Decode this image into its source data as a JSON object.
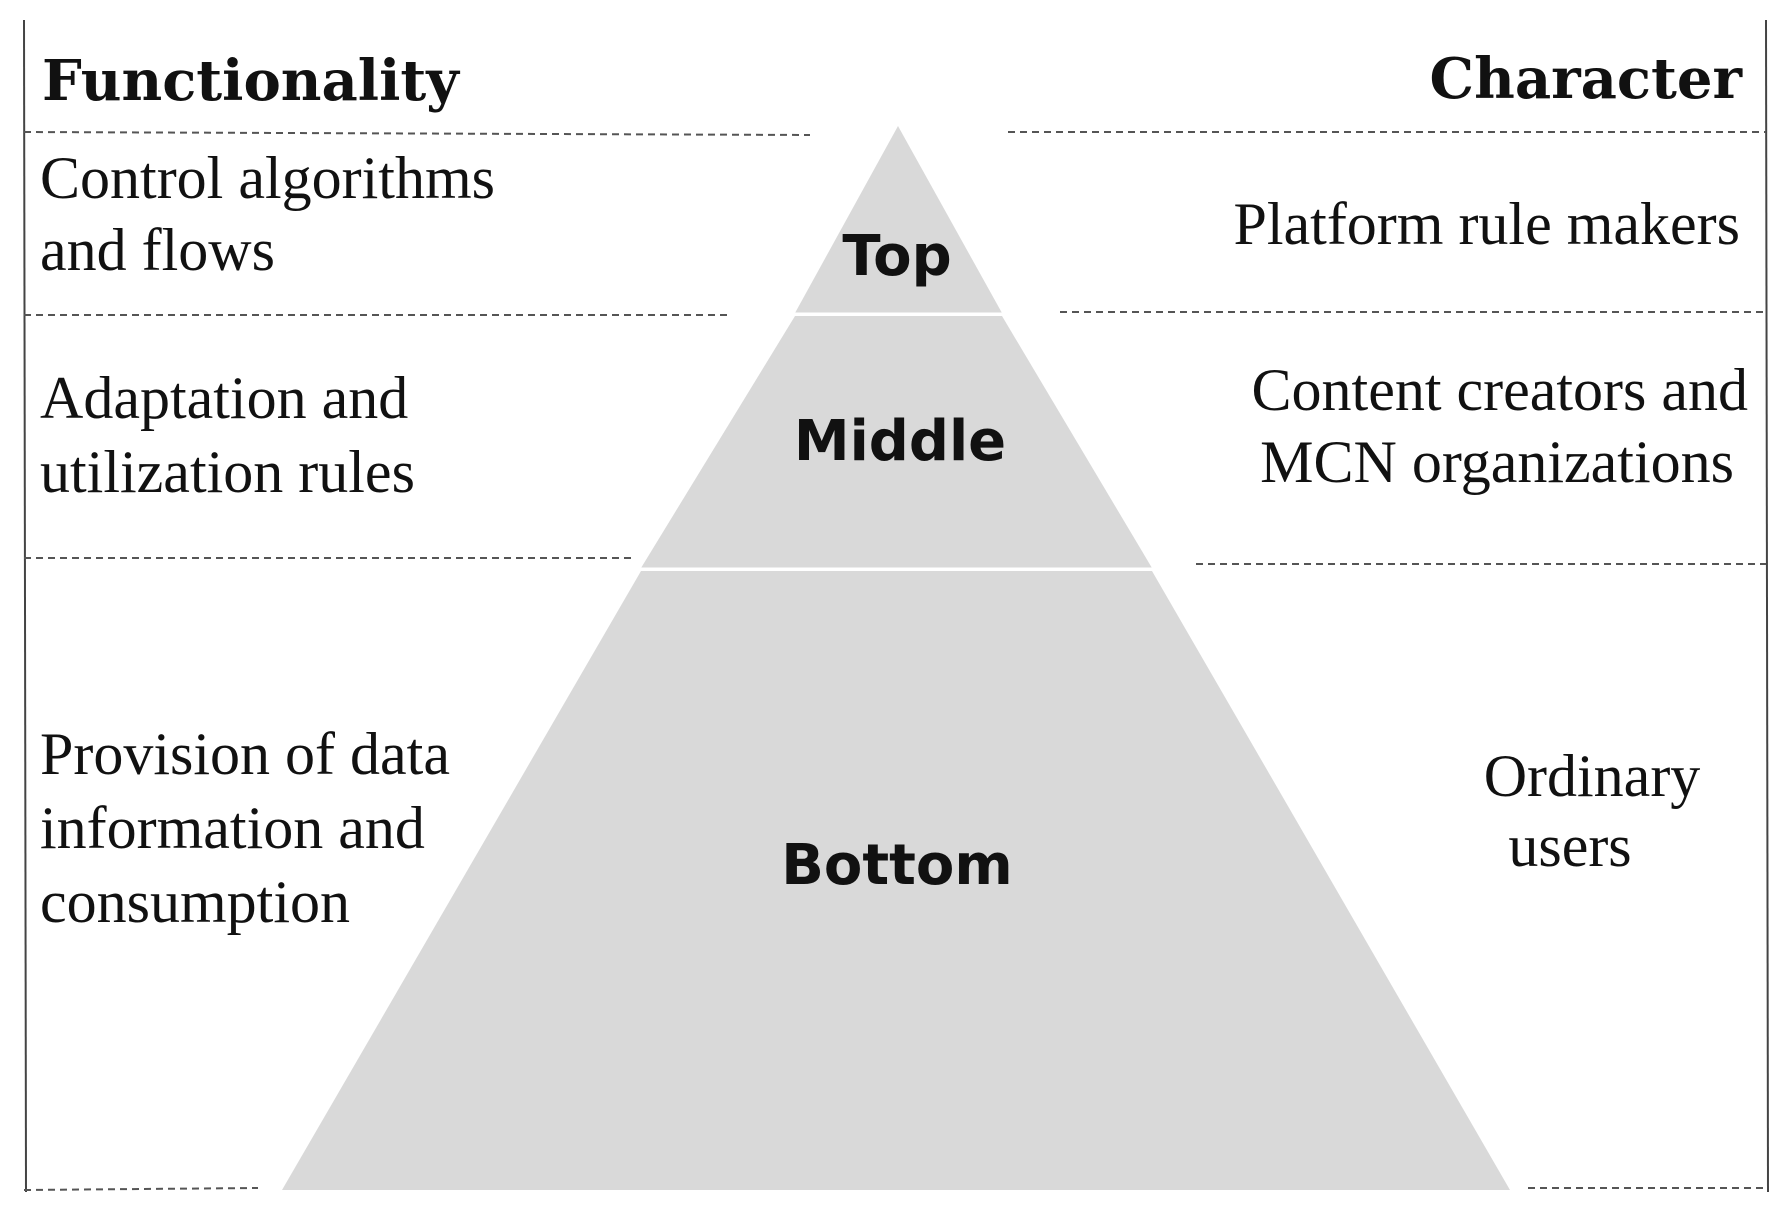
{
  "headers": {
    "functionality": "Functionality",
    "character": "Character"
  },
  "levels": [
    {
      "name": "Top",
      "functionality": [
        "Control algorithms",
        "and flows"
      ],
      "character": [
        "Platform rule makers"
      ]
    },
    {
      "name": "Middle",
      "functionality": [
        "Adaptation and",
        "utilization rules"
      ],
      "character": [
        "Content creators and",
        "MCN organizations"
      ]
    },
    {
      "name": "Bottom",
      "functionality": [
        "Provision of data",
        "information and",
        "consumption"
      ],
      "character": [
        "Ordinary",
        "users"
      ]
    }
  ],
  "colors": {
    "pyramid_fill": "#d9d9d9",
    "text": "#111111",
    "dashed_lines": "#555555"
  }
}
